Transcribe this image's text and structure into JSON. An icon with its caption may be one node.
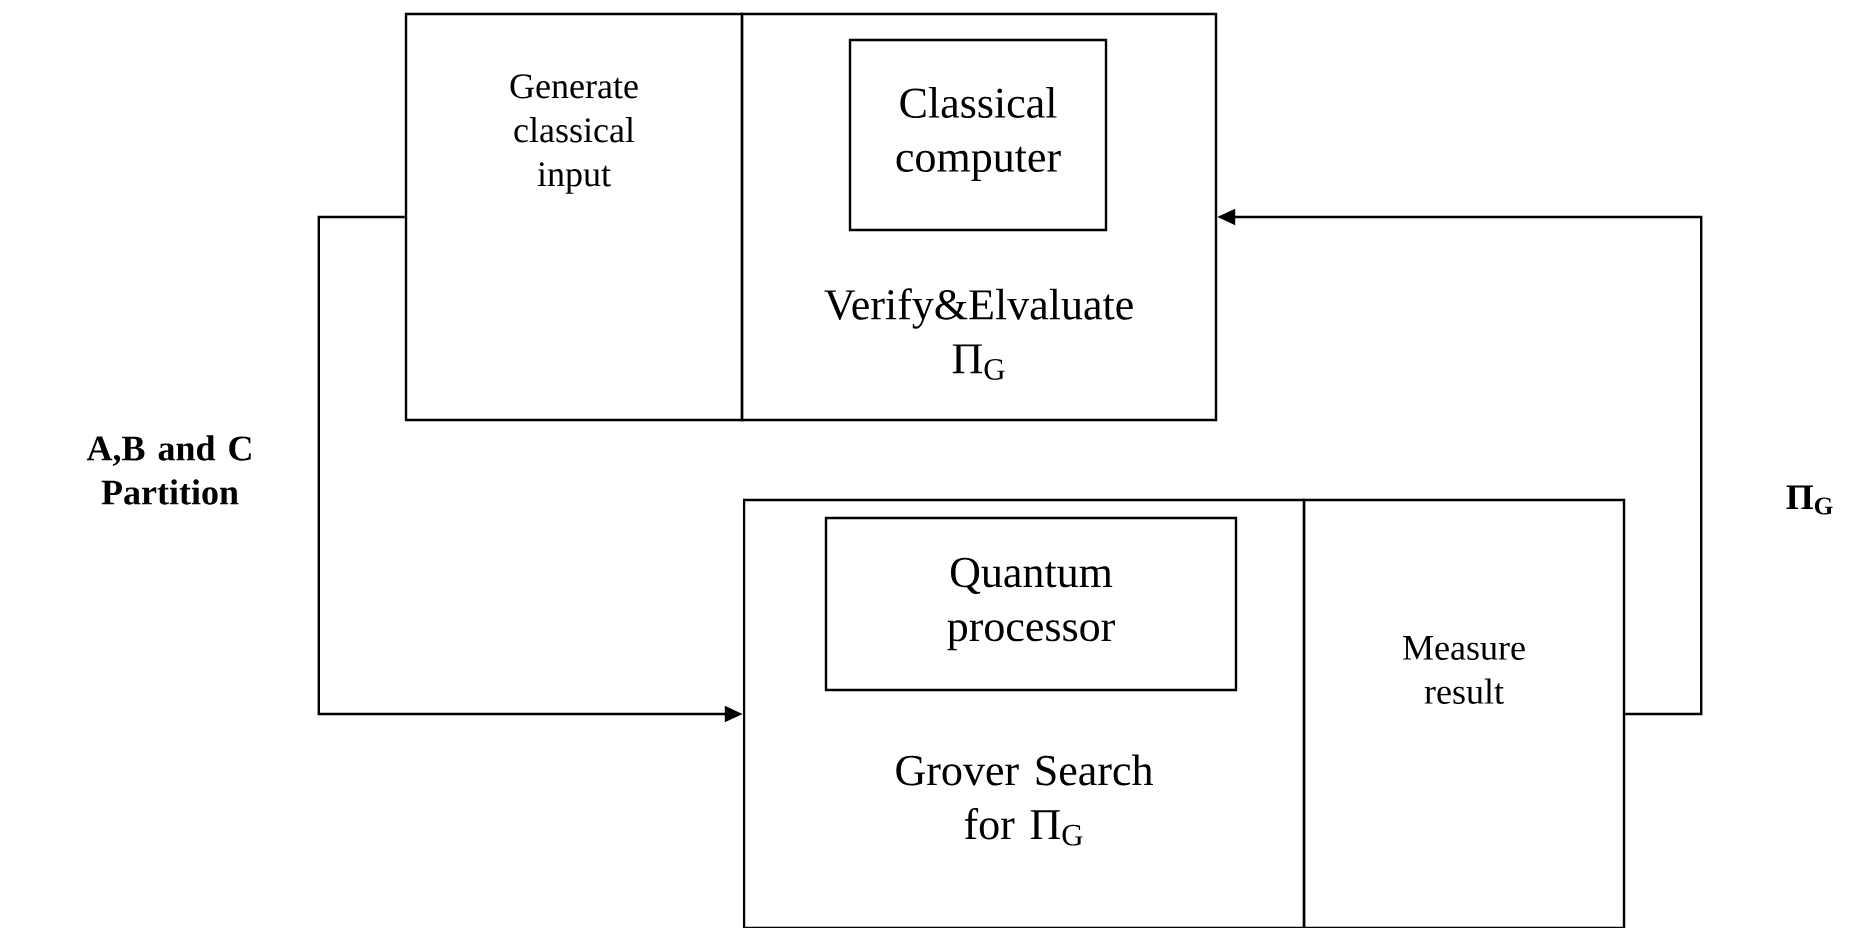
{
  "diagram": {
    "nodes": [
      {
        "text": [
          "Generate classical input"
        ]
      },
      {
        "text": [
          "Verify&Elvaluate Π$_{G}$"
        ]
      },
      {
        "text": [
          "Classical computer"
        ],
        "in": 1
      },
      {
        "text": [
          "Grover Search for Π$_{G}$"
        ]
      },
      {
        "text": [
          "Quantum processor"
        ],
        "in": 3
      },
      {
        "text": [
          "Measure result"
        ]
      }
    ],
    "edges": [
      {
        "from": 0,
        "to": 3,
        "arrow": "to",
        "label": "A,B and C Partition"
      },
      {
        "from": 5,
        "to": 1,
        "arrow": "to",
        "label": "Π$_{G}$"
      }
    ]
  }
}
